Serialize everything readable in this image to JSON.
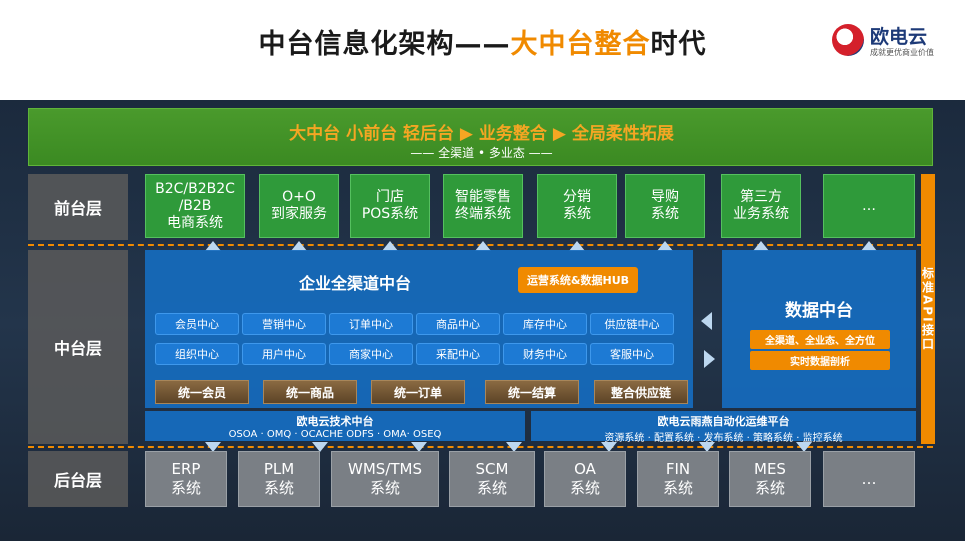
{
  "title": {
    "main": "中台信息化架构——",
    "accent": "大中台整合",
    "tail": "时代"
  },
  "logo": {
    "name": "欧电云",
    "tagline": "成就更优商业价值"
  },
  "banner": {
    "main": "大中台 小前台 轻后台 ▶ 业务整合 ▶ 全局柔性拓展",
    "sub": "—— 全渠道 • 多业态 ——"
  },
  "layers": {
    "front": "前台层",
    "middle": "中台层",
    "back": "后台层"
  },
  "front_systems": [
    "B2C/B2B2C\n/B2B\n电商系统",
    "O+O\n到家服务",
    "门店\nPOS系统",
    "智能零售\n终端系统",
    "分销\n系统",
    "导购\n系统",
    "第三方\n业务系统",
    "…"
  ],
  "middle": {
    "title": "企业全渠道中台",
    "hub": "运营系统&数据HUB",
    "centers_row1": [
      "会员中心",
      "营销中心",
      "订单中心",
      "商品中心",
      "库存中心",
      "供应链中心"
    ],
    "centers_row2": [
      "组织中心",
      "用户中心",
      "商家中心",
      "采配中心",
      "财务中心",
      "客服中心"
    ],
    "unify": [
      "统一会员",
      "统一商品",
      "统一订单",
      "统一结算",
      "整合供应链"
    ]
  },
  "data_center": {
    "title": "数据中台",
    "chips": [
      "全渠道、全业态、全方位",
      "实时数据剖析"
    ]
  },
  "platforms": {
    "tech": {
      "name": "欧电云技术中台",
      "items": "OSOA · OMQ · OCACHE ODFS · OMA· OSEQ"
    },
    "ops": {
      "name": "欧电云雨燕自动化运维平台",
      "items": "资源系统 · 配置系统 · 发布系统 · 策略系统 · 监控系统"
    }
  },
  "api_label": "标准API接口",
  "back_systems": [
    "ERP\n系统",
    "PLM\n系统",
    "WMS/TMS\n系统",
    "SCM\n系统",
    "OA\n系统",
    "FIN\n系统",
    "MES\n系统",
    "…"
  ],
  "colors": {
    "accent": "#f08a00",
    "green": "#2f9a3a",
    "blue": "#166bbe",
    "gray": "#7a7f85"
  }
}
